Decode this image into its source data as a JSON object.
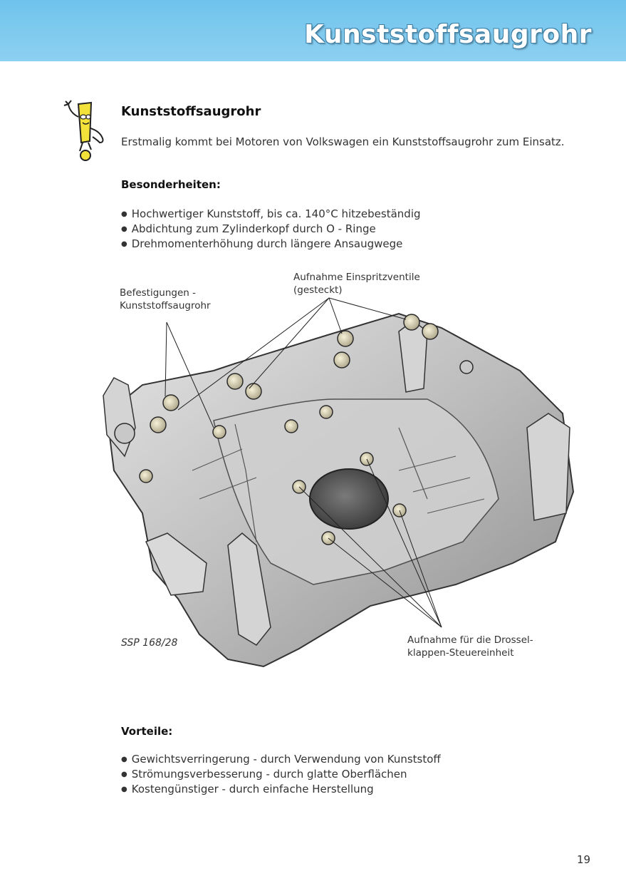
{
  "header": {
    "title": "Kunststoffsaugrohr"
  },
  "section": {
    "heading": "Kunststoffsaugrohr",
    "intro": "Erstmalig kommt bei Motoren von Volkswagen ein Kunststoffsaugrohr zum Einsatz."
  },
  "features": {
    "heading": "Besonderheiten:",
    "items": [
      "Hochwertiger Kunststoff, bis ca. 140°C hitzebeständig",
      "Abdichtung zum Zylinderkopf durch O - Ringe",
      "Drehmomenterhöhung durch längere Ansaugwege"
    ]
  },
  "figure": {
    "callout_mounts_line1": "Befestigungen -",
    "callout_mounts_line2": "Kunststoffsaugrohr",
    "callout_injectors_line1": "Aufnahme Einspritzventile",
    "callout_injectors_line2": "(gesteckt)",
    "callout_throttle_line1": "Aufnahme für die Drossel-",
    "callout_throttle_line2": "klappen-Steuereinheit",
    "reference": "SSP 168/28"
  },
  "advantages": {
    "heading": "Vorteile:",
    "items": [
      "Gewichtsverringerung - durch Verwendung von Kunststoff",
      "Strömungsverbesserung - durch glatte Oberflächen",
      "Kostengünstiger - durch einfache Herstellung"
    ]
  },
  "footer": {
    "page_number": "19"
  },
  "colors": {
    "banner": "#6fc3ec",
    "mascot": "#f2e23a"
  },
  "icons": {
    "mascot": "exclamation-mascot-icon"
  }
}
